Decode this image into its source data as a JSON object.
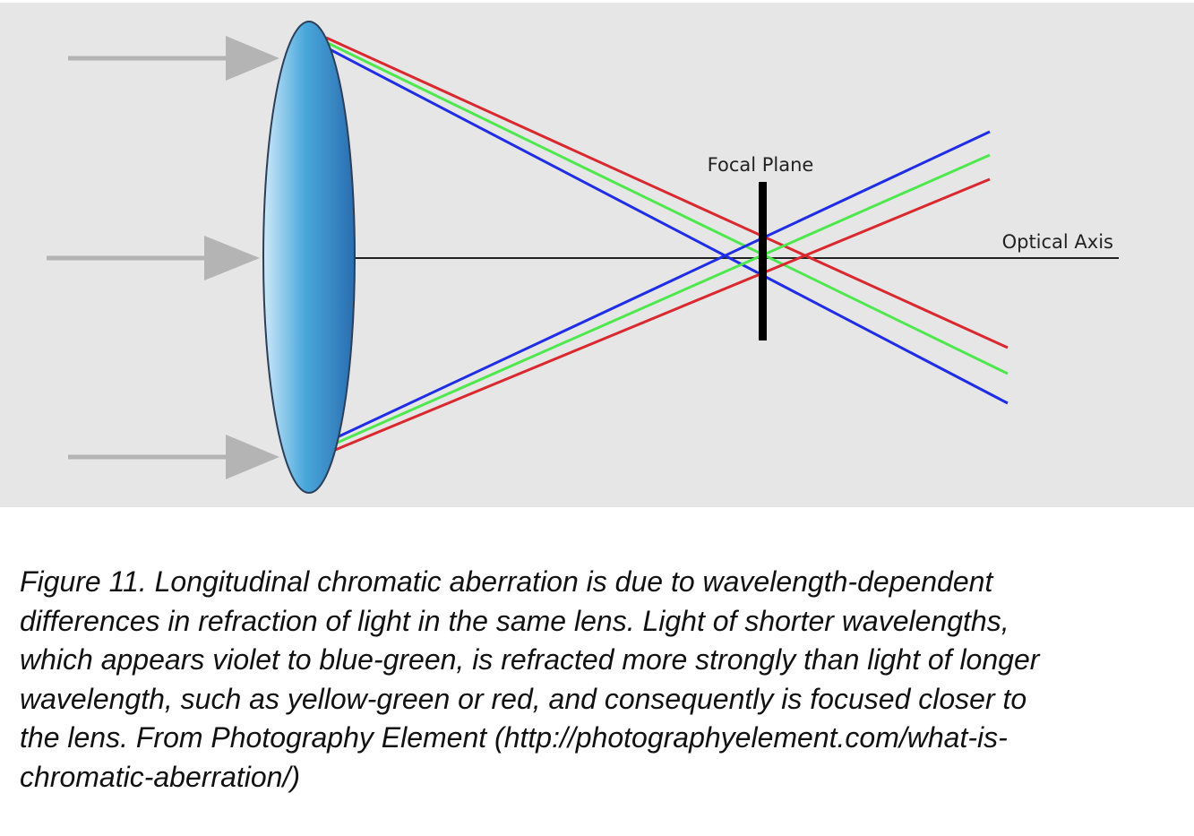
{
  "diagram": {
    "labels": {
      "focal_plane": "Focal Plane",
      "optical_axis": "Optical Axis"
    },
    "colors": {
      "background": "#e6e6e6",
      "arrow": "#b4b4b4",
      "ray_red": "#d9292e",
      "ray_green": "#4ee84e",
      "ray_blue": "#1f2ee6",
      "axis": "#222222",
      "focal_plane": "#000000",
      "lens_light": "#cfe9f8",
      "lens_mid": "#4aa8dc",
      "lens_dark": "#2a6db0"
    }
  },
  "caption": {
    "lines": [
      "Figure 11. Longitudinal chromatic aberration is due to wavelength-dependent",
      "differences in refraction of light in the same lens. Light of shorter wavelengths,",
      "which appears violet to blue-green, is refracted more strongly than light of longer",
      "wavelength, such as yellow-green or red, and consequently is focused closer to",
      "the lens. From Photography Element (http://photographyelement.com/what-is-",
      "chromatic-aberration/)"
    ]
  }
}
